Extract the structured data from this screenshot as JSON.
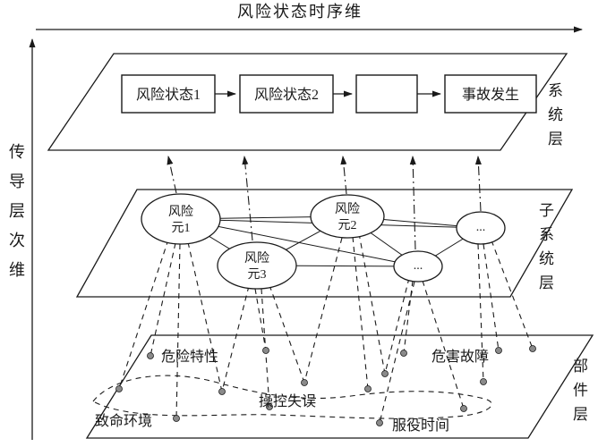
{
  "axes": {
    "top_label": "风险状态时序维",
    "left_label": "传导层次维"
  },
  "layers": {
    "system": {
      "label": "系统层",
      "boxes": [
        {
          "label": "风险状态1"
        },
        {
          "label": "风险状态2"
        },
        {
          "label": ""
        },
        {
          "label": "事故发生"
        }
      ]
    },
    "subsystem": {
      "label": "子系统层",
      "nodes": [
        {
          "line1": "风险",
          "line2": "元1"
        },
        {
          "line1": "风险",
          "line2": "元2"
        },
        {
          "line1": "风险",
          "line2": "元3"
        },
        {
          "label": "..."
        },
        {
          "label": "..."
        }
      ]
    },
    "component": {
      "label": "部件层",
      "factors": [
        "危险特性",
        "危害故障",
        "致命环境",
        "操控失误",
        "服役时间"
      ]
    }
  },
  "colors": {
    "ink": "#1a1a1a",
    "dot_fill": "#8a8a8a"
  }
}
